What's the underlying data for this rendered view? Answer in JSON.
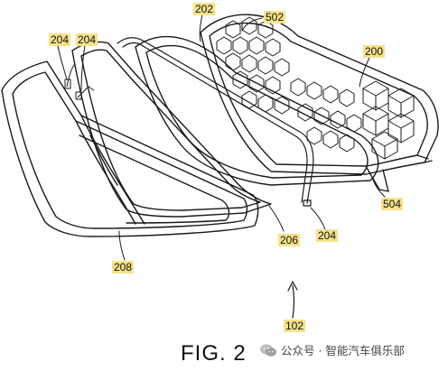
{
  "figure": {
    "caption": "FIG. 2",
    "watermark": "公众号 · 智能汽车俱乐部"
  },
  "references": {
    "r204_left": "204",
    "r204_mid": "204",
    "r202": "202",
    "r502": "502",
    "r200": "200",
    "r504": "504",
    "r204_bottom": "204",
    "r206": "206",
    "r208": "208",
    "r102": "102"
  },
  "colors": {
    "line": "#1a1a1a",
    "label_bg": "#f6e28a"
  },
  "icons": {
    "watermark": "wechat-icon"
  }
}
